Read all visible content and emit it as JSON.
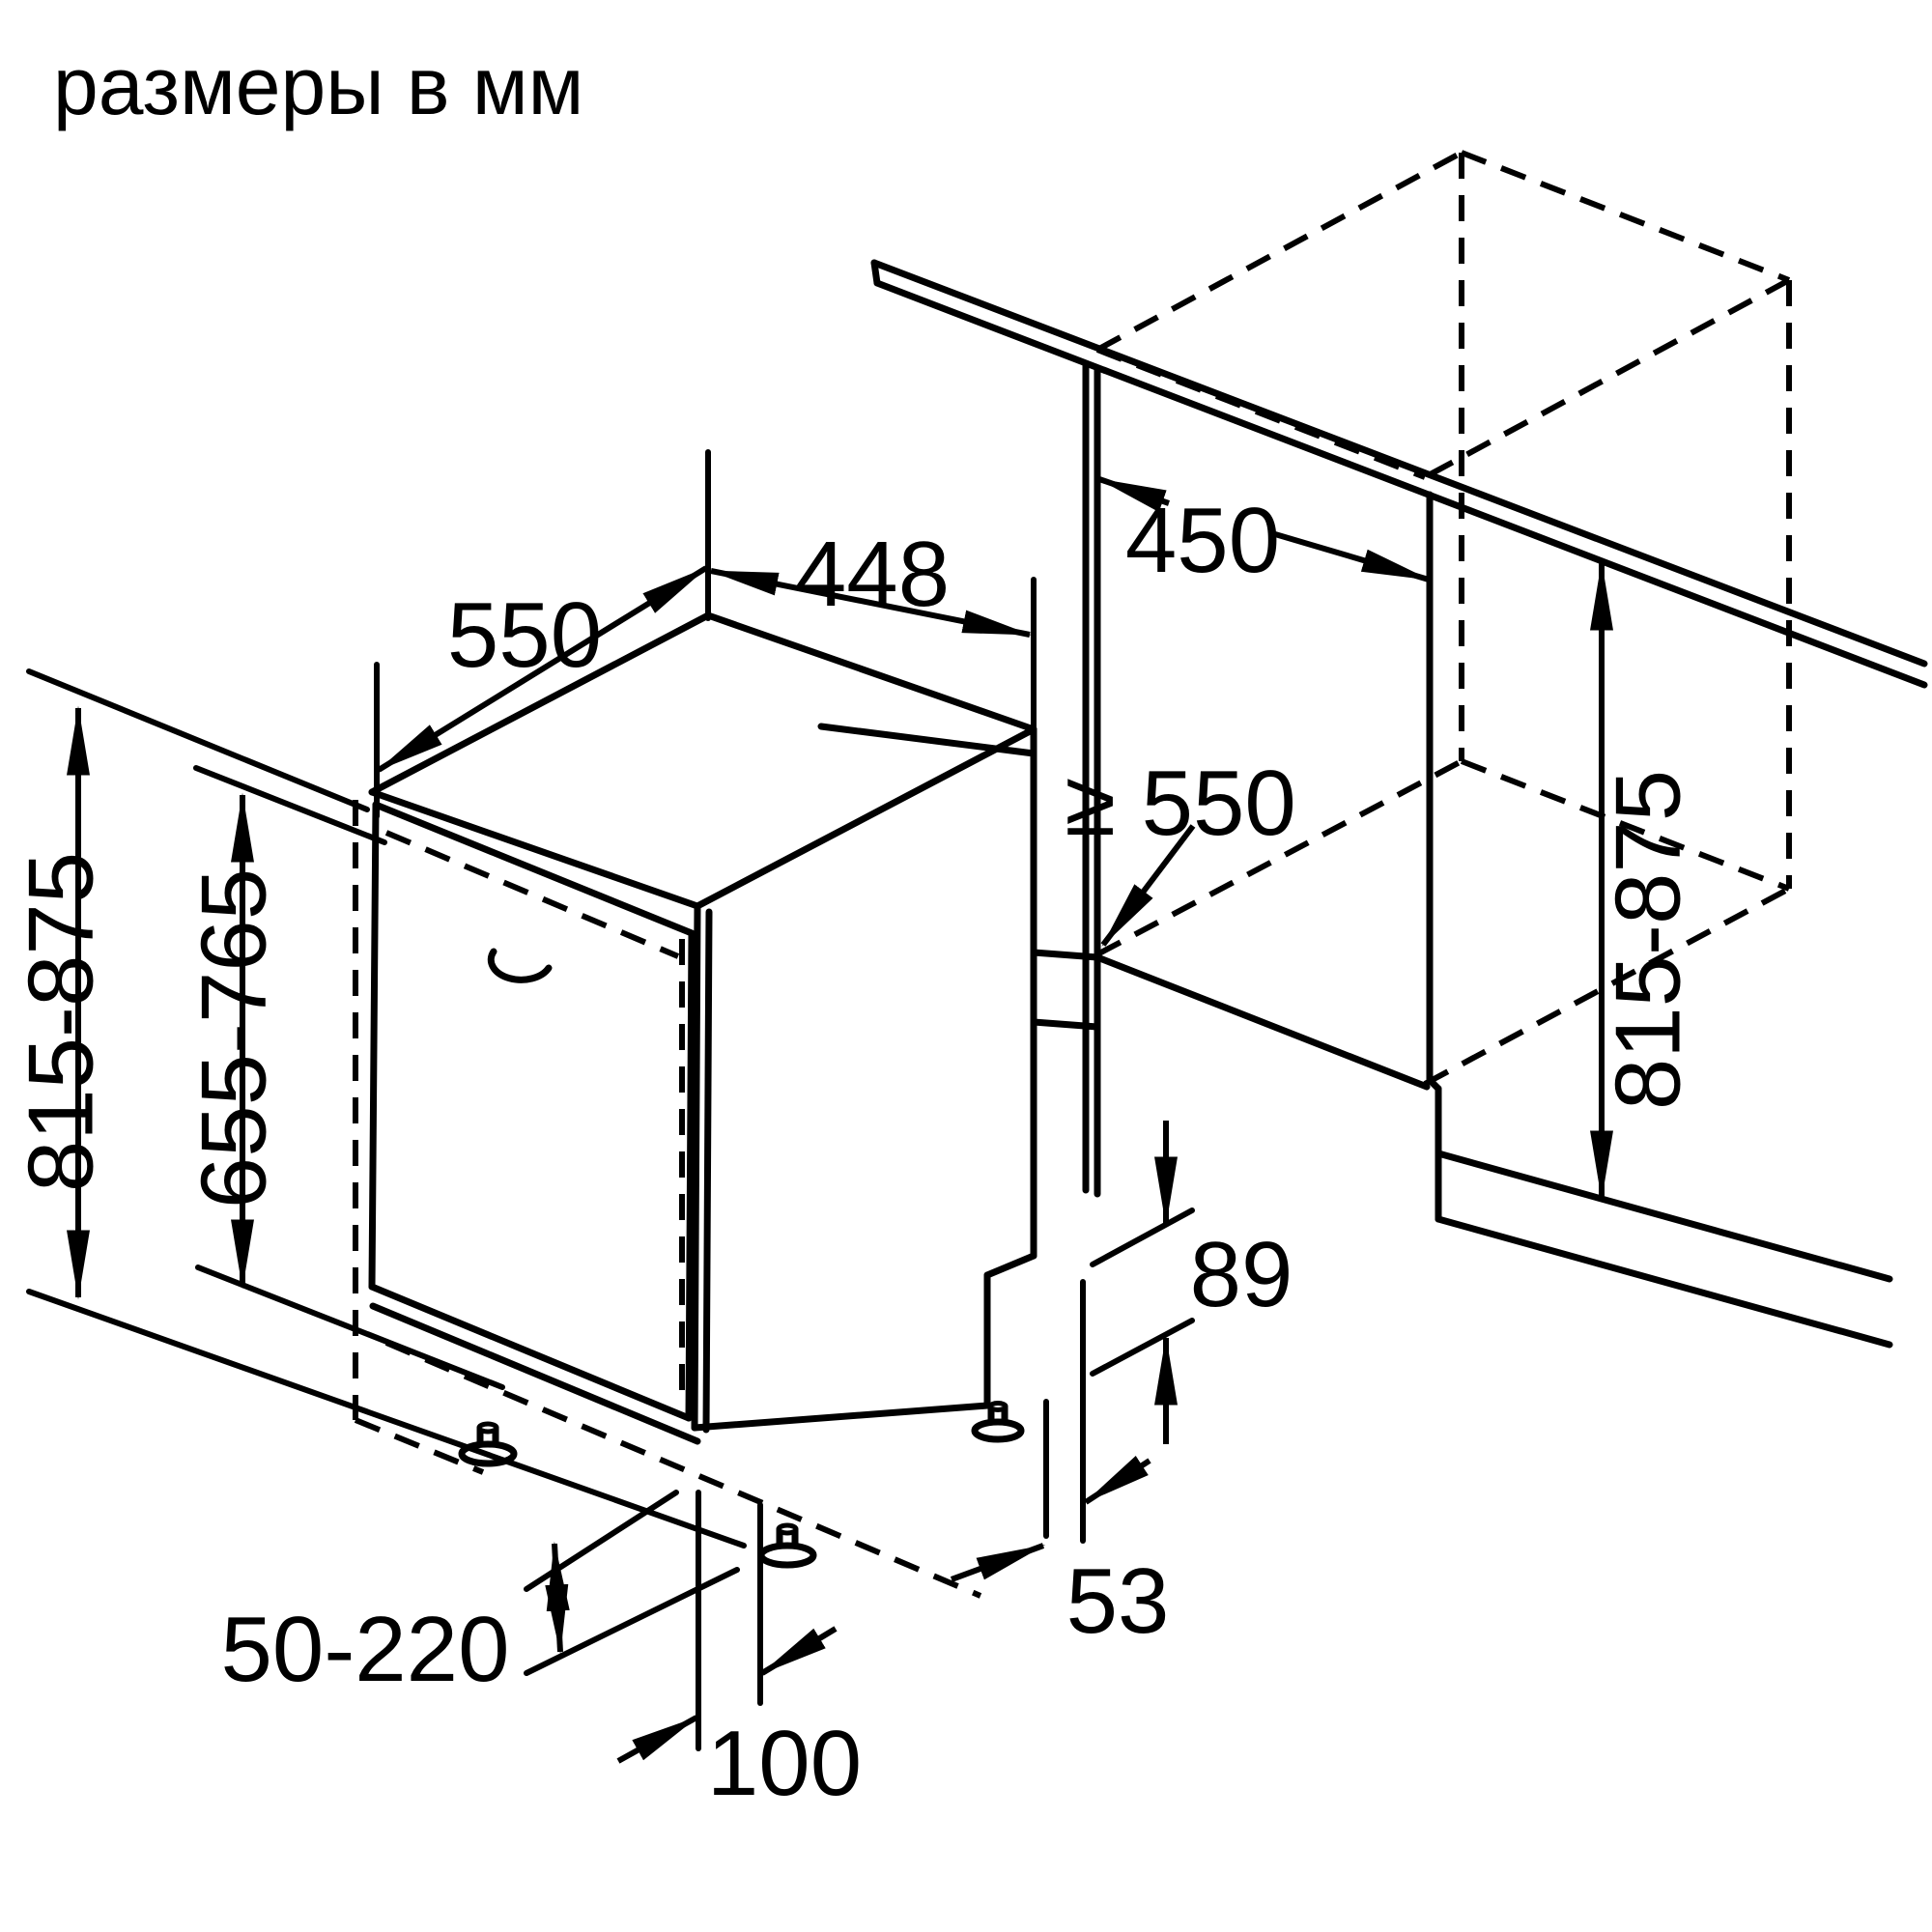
{
  "title": "размеры в мм",
  "colors": {
    "line": "#000000",
    "background": "#ffffff"
  },
  "figure": "built-in-dishwasher-installation-drawing",
  "labels": {
    "top_depth": "550",
    "appliance_width": "448",
    "niche_width": "450",
    "niche_depth_min": "≥ 550",
    "appliance_height": "815-875",
    "door_panel_height": "655-765",
    "niche_height": "815-875",
    "recess_height": "89",
    "recess_depth": "53",
    "plinth_height_range": "50-220",
    "plinth_offset": "100"
  }
}
